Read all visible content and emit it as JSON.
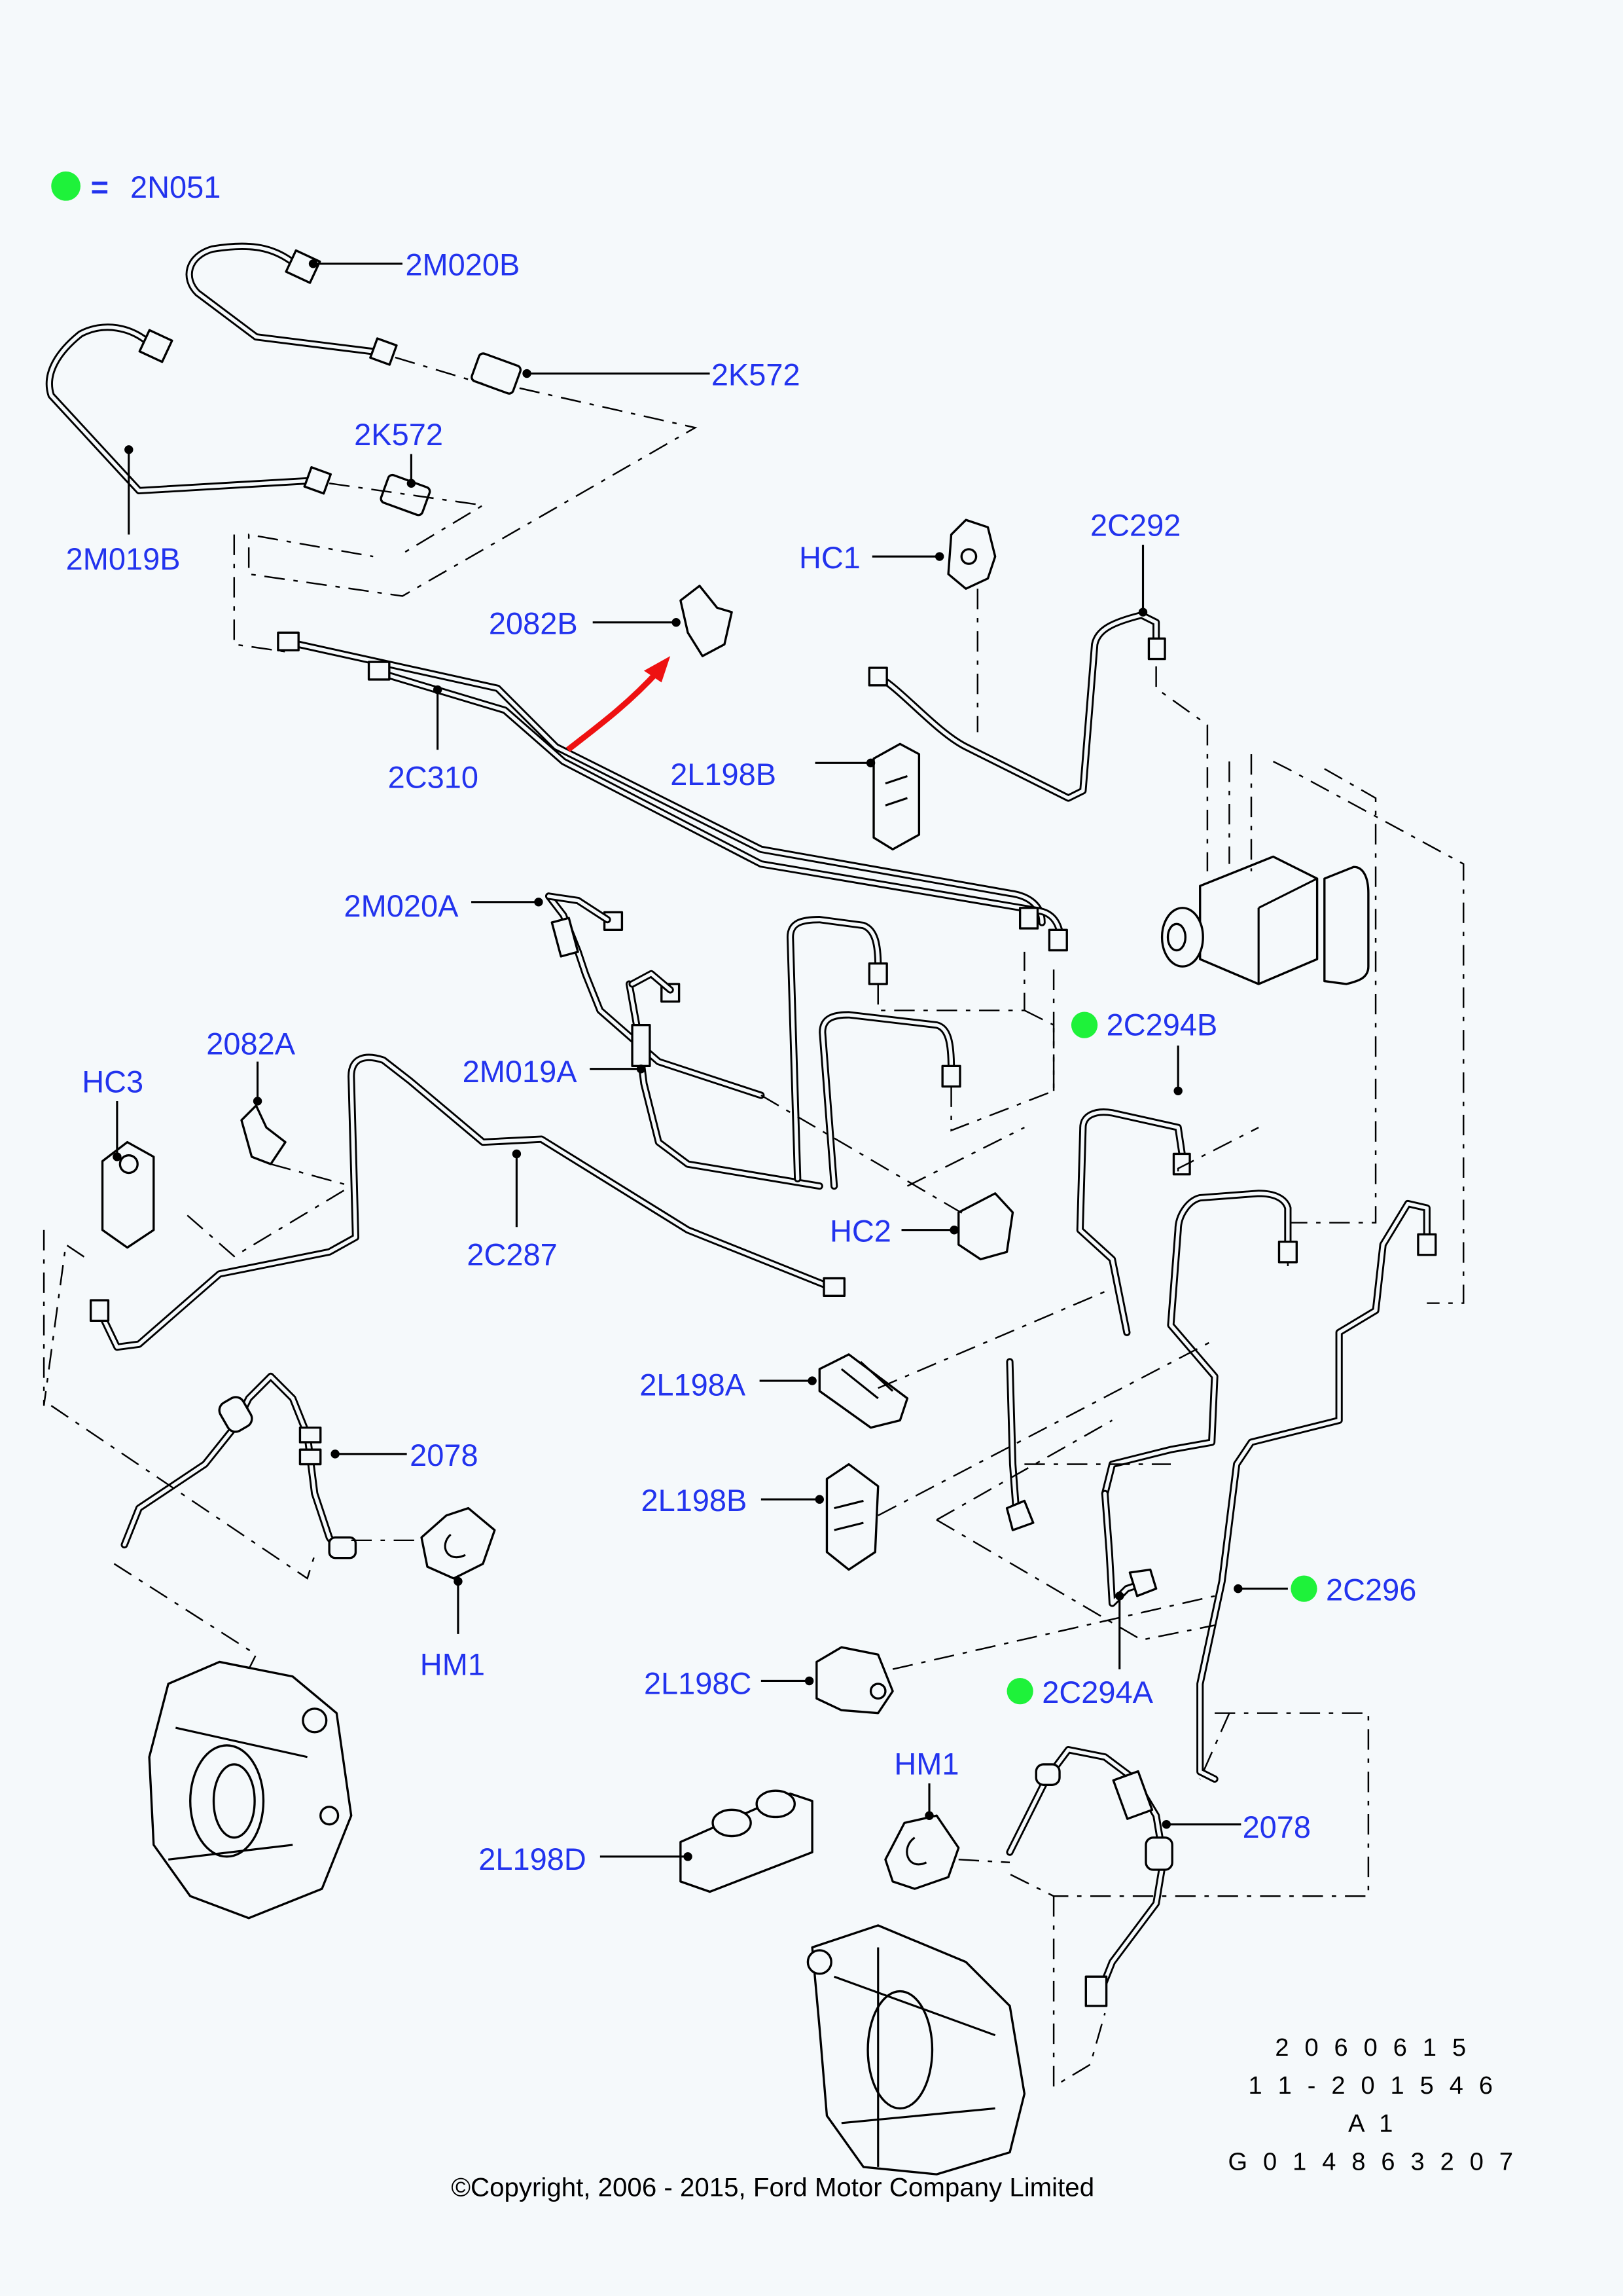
{
  "legend": {
    "marker_color": "#1ef23a",
    "equals": "=",
    "part_number": "2N051"
  },
  "colors": {
    "label": "#2233ee",
    "line": "#000000",
    "background": "#f5f9fb",
    "arrow": "#ee1111",
    "marker": "#1ef23a"
  },
  "labels": {
    "m020b": "2M020B",
    "k572_top": "2K572",
    "k572_mid": "2K572",
    "m019b": "2M019B",
    "hc1": "HC1",
    "c292": "2C292",
    "clip_2082b": "2082B",
    "l198b_top": "2L198B",
    "c310": "2C310",
    "m020a": "2M020A",
    "c294b": "2C294B",
    "clip_2082a": "2082A",
    "hc3": "HC3",
    "m019a": "2M019A",
    "c287": "2C287",
    "hc2": "HC2",
    "l198a": "2L198A",
    "hose_2078_left": "2078",
    "l198b_bottom": "2L198B",
    "c296": "2C296",
    "hm1_left": "HM1",
    "l198c": "2L198C",
    "c294a": "2C294A",
    "hm1_right": "HM1",
    "hose_2078_right": "2078",
    "l198d": "2L198D"
  },
  "marked_parts": [
    "2C294B",
    "2C296",
    "2C294A"
  ],
  "meta": {
    "illustration_no": "2 0 6 0 6 1 5",
    "date_code": "1 1 - 2 0 1 5  4 6",
    "revision": "A 1",
    "doc_no": "G  0 1 4 8 6 3 2  0 7"
  },
  "copyright": "©Copyright, 2006 - 2015, Ford Motor Company Limited"
}
